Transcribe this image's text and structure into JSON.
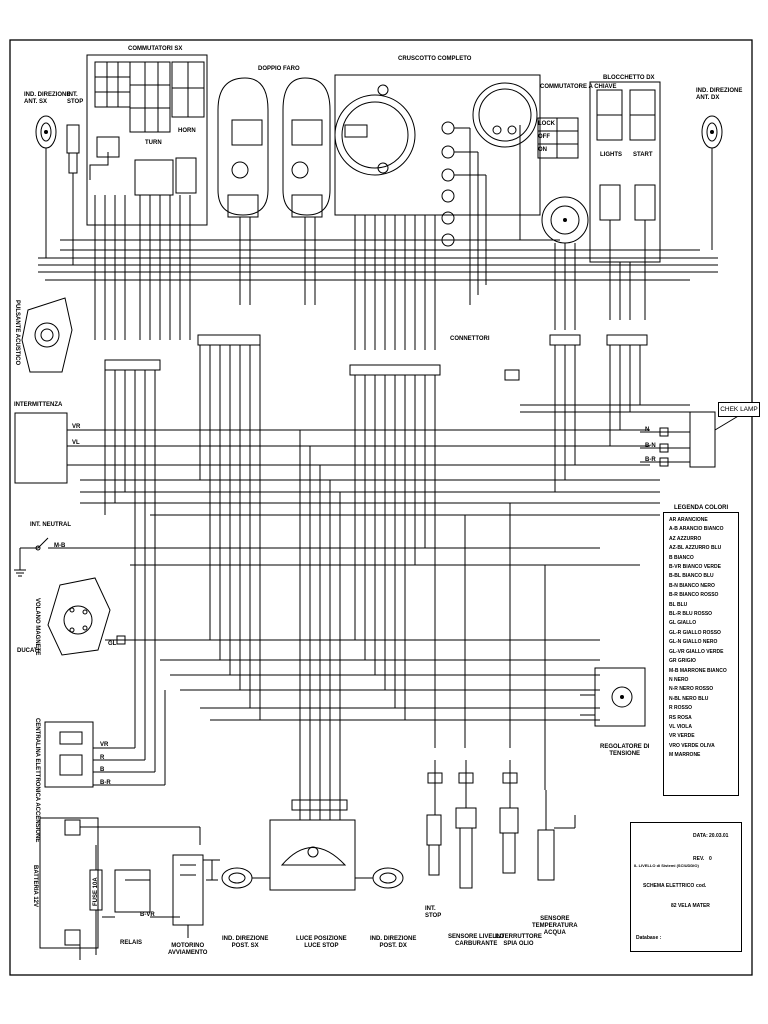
{
  "titles": {
    "commutatori_sx": "COMMUTATORI SX",
    "doppio_faro": "DOPPIO FARO",
    "cruscotto": "CRUSCOTTO COMPLETO",
    "commutatore_chiave": "COMMUTATORE A CHIAVE",
    "blocchetto_dx": "BLOCCHETTO DX",
    "connettori": "CONNETTORI"
  },
  "components": {
    "ind_dir_ant_sx": "IND. DIREZIONE\nANT. SX",
    "int_stop_top": "INT.\nSTOP",
    "turn": "TURN",
    "horn": "HORN",
    "lights": "LIGHTS",
    "start": "START",
    "ind_dir_ant_dx": "IND. DIREZIONE\nANT. DX",
    "pulsante_acustico": "PULSANTE ACUSTICO",
    "intermittenza": "INTERMITTENZA",
    "int_neutral": "INT. NEUTRAL",
    "volano_magnete": "VOLANO MAGNETE",
    "ducati": "DUCATI",
    "centralina": "CENTRALINA ELETTRONICA ACCENSIONE",
    "batteria": "BATTERIA 12v",
    "fuse": "FUSE 10A",
    "relais": "RELAIS",
    "motorino": "MOTORINO\nAVVIAMENTO",
    "ind_dir_post_sx": "IND. DIREZIONE\nPOST. SX",
    "luce_posizione": "LUCE POSIZIONE\nLUCE STOP",
    "ind_dir_post_dx": "IND. DIREZIONE\nPOST. DX",
    "int_stop_bottom": "INT.\nSTOP",
    "sensore_livello": "SENSORE LIVELLO\nCARBURANTE",
    "interruttore_olio": "INTERRUTTORE\nSPIA OLIO",
    "sensore_temperatura": "SENSORE\nTEMPERATURA\nACQUA",
    "regolatore": "REGOLATORE DI\nTENSIONE",
    "chek_lamp": "CHEK LAMP"
  },
  "switch_tables": {
    "lock": "LOCK",
    "off": "OFF",
    "on": "ON"
  },
  "legend": {
    "title": "LEGENDA COLORI",
    "rows": [
      "AR  ARANCIONE",
      "A-B  ARANCIO BIANCO",
      "AZ  AZZURRO",
      "AZ-BL  AZZURRO BLU",
      "B  BIANCO",
      "B-VR  BIANCO VERDE",
      "B-BL  BIANCO BLU",
      "B-N  BIANCO NERO",
      "B-R  BIANCO ROSSO",
      "BL  BLU",
      "BL-R  BLU ROSSO",
      "GL  GIALLO",
      "GL-R  GIALLO ROSSO",
      "GL-N  GIALLO NERO",
      "GL-VR  GIALLO VERDE",
      "GR  GRIGIO",
      "M-B  MARRONE BIANCO",
      "N  NERO",
      "N-R  NERO ROSSO",
      "N-BL  NERO BLU",
      "R  ROSSO",
      "RS  ROSA",
      "VL  VIOLA",
      "VR  VERDE",
      "VRO  VERDE OLIVA",
      "M  MARRONE"
    ]
  },
  "title_block": {
    "data_label": "DATA:",
    "data_value": "20.03.01",
    "rev_label": "REV.",
    "rev_value": "0",
    "company": "IL LIVELLO di Sistemi (SCIUDDIO)",
    "schema": "SCHEMA ELETTRICO",
    "cod": "cod.",
    "model": "82 VELA MATER",
    "database": "Database :"
  },
  "wire_labels": {
    "vr": "VR",
    "vl": "VL",
    "mb": "M-B",
    "gl": "GL",
    "b": "B",
    "br": "B-R",
    "n": "N",
    "bn": "B-N",
    "r": "R",
    "bvr": "B-VR"
  }
}
